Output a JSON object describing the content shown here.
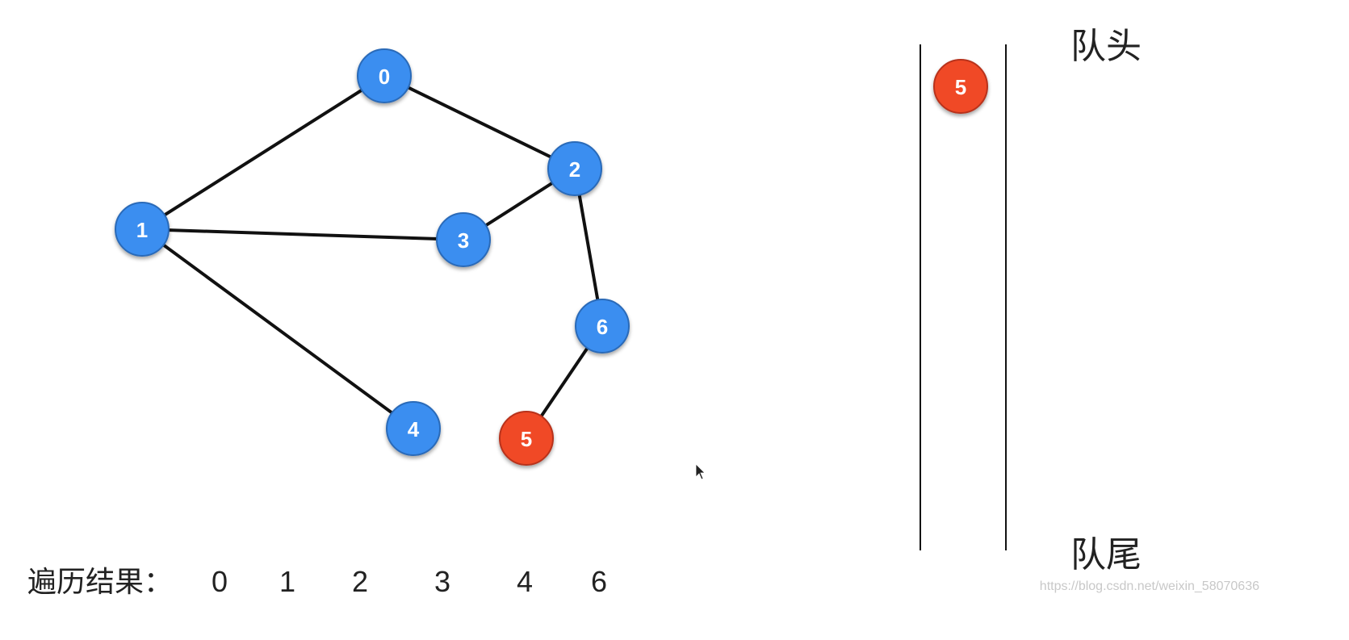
{
  "graph": {
    "nodes": [
      {
        "id": "0",
        "label": "0",
        "state": "visited"
      },
      {
        "id": "1",
        "label": "1",
        "state": "visited"
      },
      {
        "id": "2",
        "label": "2",
        "state": "visited"
      },
      {
        "id": "3",
        "label": "3",
        "state": "visited"
      },
      {
        "id": "4",
        "label": "4",
        "state": "visited"
      },
      {
        "id": "5",
        "label": "5",
        "state": "current"
      },
      {
        "id": "6",
        "label": "6",
        "state": "visited"
      }
    ],
    "edges": [
      [
        "0",
        "1"
      ],
      [
        "0",
        "2"
      ],
      [
        "1",
        "3"
      ],
      [
        "2",
        "3"
      ],
      [
        "1",
        "4"
      ],
      [
        "2",
        "6"
      ],
      [
        "6",
        "5"
      ]
    ]
  },
  "queue": {
    "head_label": "队头",
    "tail_label": "队尾",
    "items": [
      "5"
    ]
  },
  "result": {
    "label": "遍历结果：",
    "sequence": [
      "0",
      "1",
      "2",
      "3",
      "4",
      "6"
    ]
  },
  "colors": {
    "visited": "#3a8ef0",
    "current": "#f04a25",
    "edge": "#111111",
    "node_border": "#2a6ab8"
  },
  "watermark": "https://blog.csdn.net/weixin_58070636"
}
